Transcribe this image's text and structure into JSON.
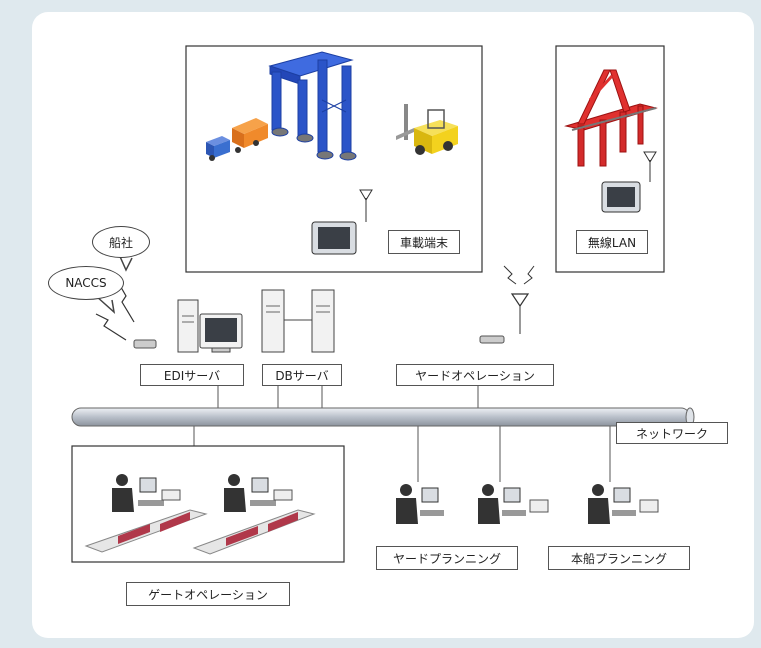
{
  "labels": {
    "vehicle_terminal": "車載端末",
    "wireless_lan": "無線LAN",
    "shipping_company": "船社",
    "naccs": "NACCS",
    "edi_server": "EDIサーバ",
    "db_server": "DBサーバ",
    "yard_operation": "ヤードオペレーション",
    "network": "ネットワーク",
    "gate_operation": "ゲートオペレーション",
    "yard_planning": "ヤードプランニング",
    "vessel_planning": "本船プランニング"
  },
  "colors": {
    "gantry_crane": "#2b54c8",
    "quay_crane": "#e0312f",
    "truck_container": "#f08a2b",
    "truck_cab": "#3a6fd0",
    "forklift": "#f3d21e",
    "network_pipe": "#c7cdd6"
  }
}
